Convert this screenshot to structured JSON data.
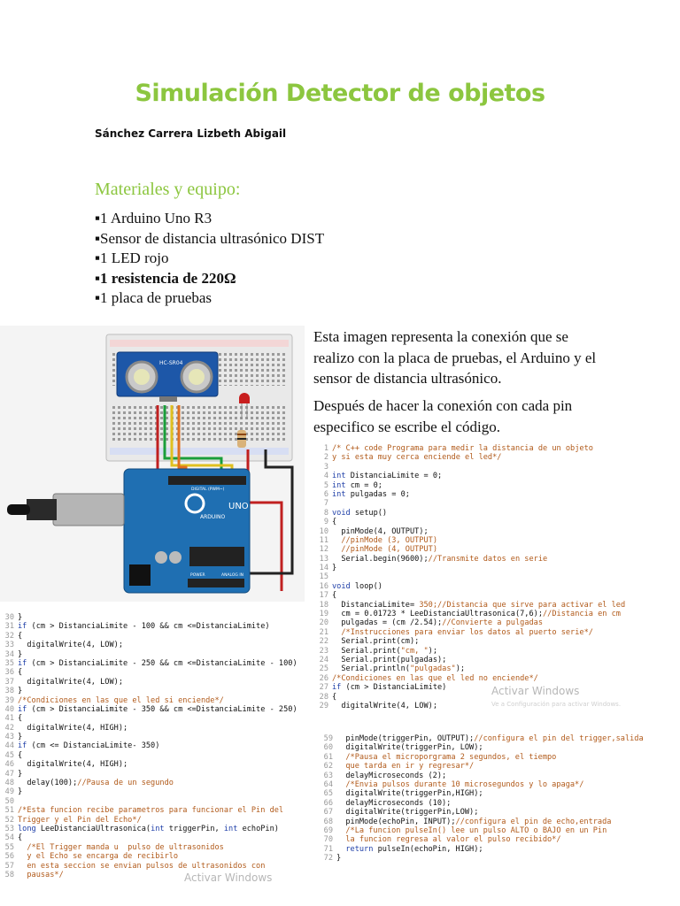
{
  "title": "Simulación Detector de objetos",
  "author": "Sánchez Carrera Lizbeth Abigail",
  "materials": {
    "heading": "Materiales y equipo:",
    "items": [
      {
        "text": "▪1 Arduino Uno R3",
        "bold": false
      },
      {
        "text": "▪Sensor de distancia ultrasónico DIST",
        "bold": false
      },
      {
        "text": "▪1 LED rojo",
        "bold": false
      },
      {
        "text": "▪1 resistencia de 220Ω",
        "bold": true
      },
      {
        "text": "▪1 placa de pruebas",
        "bold": false
      }
    ]
  },
  "circuit": {
    "sensor_label": "HC-SR04",
    "board_label": "ARDUINO",
    "board_model": "UNO",
    "digital_label": "DIGITAL (PWM~)",
    "power_label": "POWER",
    "analog_label": "ANALOG IN"
  },
  "description": {
    "p1": "Esta imagen representa la conexión que se realizo con la placa de pruebas, el Arduino y el sensor de distancia ultrasónico.",
    "p2": "Después de hacer la conexión con cada pin especifico se escribe el código."
  },
  "code_top_right": [
    {
      "n": "1",
      "parts": [
        [
          "c",
          "/* C++ code Programa para medir la distancia de un objeto"
        ]
      ]
    },
    {
      "n": "2",
      "parts": [
        [
          "c",
          "y si esta muy cerca enciende el led*/"
        ]
      ]
    },
    {
      "n": "3",
      "parts": []
    },
    {
      "n": "4",
      "parts": [
        [
          "k",
          "int"
        ],
        [
          "n",
          " DistanciaLimite = 0;"
        ]
      ]
    },
    {
      "n": "5",
      "parts": [
        [
          "k",
          "int"
        ],
        [
          "n",
          " cm = 0;"
        ]
      ]
    },
    {
      "n": "6",
      "parts": [
        [
          "k",
          "int"
        ],
        [
          "n",
          " pulgadas = 0;"
        ]
      ]
    },
    {
      "n": "7",
      "parts": []
    },
    {
      "n": "8",
      "parts": [
        [
          "k",
          "void"
        ],
        [
          "n",
          " setup()"
        ]
      ]
    },
    {
      "n": "9",
      "parts": [
        [
          "n",
          "{"
        ]
      ]
    },
    {
      "n": "10",
      "parts": [
        [
          "n",
          "  pinMode(4, OUTPUT);"
        ]
      ]
    },
    {
      "n": "11",
      "parts": [
        [
          "c",
          "  //pinMode (3, OUTPUT)"
        ]
      ]
    },
    {
      "n": "12",
      "parts": [
        [
          "c",
          "  //pinMode (4, OUTPUT)"
        ]
      ]
    },
    {
      "n": "13",
      "parts": [
        [
          "n",
          "  Serial.begin(9600);"
        ],
        [
          "c",
          "//Transmite datos en serie"
        ]
      ]
    },
    {
      "n": "14",
      "parts": [
        [
          "n",
          "}"
        ]
      ]
    },
    {
      "n": "15",
      "parts": []
    },
    {
      "n": "16",
      "parts": [
        [
          "k",
          "void"
        ],
        [
          "n",
          " loop()"
        ]
      ]
    },
    {
      "n": "17",
      "parts": [
        [
          "n",
          "{"
        ]
      ]
    },
    {
      "n": "18",
      "parts": [
        [
          "n",
          "  DistanciaLimite= "
        ],
        [
          "c",
          "350;//Distancia que sirve para activar el led"
        ]
      ]
    },
    {
      "n": "19",
      "parts": [
        [
          "n",
          "  cm = 0.01723 * LeeDistanciaUltrasonica(7,6);"
        ],
        [
          "c",
          "//Distancia en cm"
        ]
      ]
    },
    {
      "n": "20",
      "parts": [
        [
          "n",
          "  pulgadas = (cm /2.54);"
        ],
        [
          "c",
          "//Convierte a pulgadas"
        ]
      ]
    },
    {
      "n": "21",
      "parts": [
        [
          "c",
          "  /*Instrucciones para enviar los datos al puerto serie*/"
        ]
      ]
    },
    {
      "n": "22",
      "parts": [
        [
          "n",
          "  Serial.print(cm);"
        ]
      ]
    },
    {
      "n": "23",
      "parts": [
        [
          "n",
          "  Serial.print("
        ],
        [
          "c",
          "\"cm, \""
        ],
        [
          "n",
          ");"
        ]
      ]
    },
    {
      "n": "24",
      "parts": [
        [
          "n",
          "  Serial.print(pulgadas);"
        ]
      ]
    },
    {
      "n": "25",
      "parts": [
        [
          "n",
          "  Serial.println("
        ],
        [
          "c",
          "\"pulgadas\""
        ],
        [
          "n",
          ");"
        ]
      ]
    },
    {
      "n": "26",
      "parts": [
        [
          "c",
          "/*Condiciones en las que el led no enciende*/"
        ]
      ]
    },
    {
      "n": "27",
      "parts": [
        [
          "k",
          "if"
        ],
        [
          "n",
          " (cm > DistanciaLimite)"
        ]
      ]
    },
    {
      "n": "28",
      "parts": [
        [
          "n",
          "{"
        ]
      ]
    },
    {
      "n": "29",
      "parts": [
        [
          "n",
          "  digitalWrite(4, LOW);"
        ]
      ]
    }
  ],
  "code_left": [
    {
      "n": "30",
      "parts": [
        [
          "n",
          "}"
        ]
      ]
    },
    {
      "n": "31",
      "parts": [
        [
          "k",
          "if"
        ],
        [
          "n",
          " (cm > DistanciaLimite - 100 && cm <=DistanciaLimite)"
        ]
      ]
    },
    {
      "n": "32",
      "parts": [
        [
          "n",
          "{"
        ]
      ]
    },
    {
      "n": "33",
      "parts": [
        [
          "n",
          "  digitalWrite(4, LOW);"
        ]
      ]
    },
    {
      "n": "34",
      "parts": [
        [
          "n",
          "}"
        ]
      ]
    },
    {
      "n": "35",
      "parts": [
        [
          "k",
          "if"
        ],
        [
          "n",
          " (cm > DistanciaLimite - 250 && cm <=DistanciaLimite - 100)"
        ]
      ]
    },
    {
      "n": "36",
      "parts": [
        [
          "n",
          "{"
        ]
      ]
    },
    {
      "n": "37",
      "parts": [
        [
          "n",
          "  digitalWrite(4, LOW);"
        ]
      ]
    },
    {
      "n": "38",
      "parts": [
        [
          "n",
          "}"
        ]
      ]
    },
    {
      "n": "39",
      "parts": [
        [
          "c",
          "/*Condiciones en las que el led si enciende*/"
        ]
      ]
    },
    {
      "n": "40",
      "parts": [
        [
          "k",
          "if"
        ],
        [
          "n",
          " (cm > DistanciaLimite - 350 && cm <=DistanciaLimite - 250)"
        ]
      ]
    },
    {
      "n": "41",
      "parts": [
        [
          "n",
          "{"
        ]
      ]
    },
    {
      "n": "42",
      "parts": [
        [
          "n",
          "  digitalWrite(4, HIGH);"
        ]
      ]
    },
    {
      "n": "43",
      "parts": [
        [
          "n",
          "}"
        ]
      ]
    },
    {
      "n": "44",
      "parts": [
        [
          "k",
          "if"
        ],
        [
          "n",
          " (cm <= DistanciaLimite- 350)"
        ]
      ]
    },
    {
      "n": "45",
      "parts": [
        [
          "n",
          "{"
        ]
      ]
    },
    {
      "n": "46",
      "parts": [
        [
          "n",
          "  digitalWrite(4, HIGH);"
        ]
      ]
    },
    {
      "n": "47",
      "parts": [
        [
          "n",
          "}"
        ]
      ]
    },
    {
      "n": "48",
      "parts": [
        [
          "n",
          "  delay(100);"
        ],
        [
          "c",
          "//Pausa de un segundo"
        ]
      ]
    },
    {
      "n": "49",
      "parts": [
        [
          "n",
          "}"
        ]
      ]
    },
    {
      "n": "50",
      "parts": []
    },
    {
      "n": "51",
      "parts": [
        [
          "c",
          "/*Esta funcion recibe parametros para funcionar el Pin del"
        ]
      ]
    },
    {
      "n": "52",
      "parts": [
        [
          "c",
          "Trigger y el Pin del Echo*/"
        ]
      ]
    },
    {
      "n": "53",
      "parts": [
        [
          "k",
          "long"
        ],
        [
          "n",
          " LeeDistanciaUltrasonica("
        ],
        [
          "k",
          "int"
        ],
        [
          "n",
          " triggerPin, "
        ],
        [
          "k",
          "int"
        ],
        [
          "n",
          " echoPin)"
        ]
      ]
    },
    {
      "n": "54",
      "parts": [
        [
          "n",
          "{"
        ]
      ]
    },
    {
      "n": "55",
      "parts": [
        [
          "c",
          "  /*El Trigger manda u  pulso de ultrasonidos"
        ]
      ]
    },
    {
      "n": "56",
      "parts": [
        [
          "c",
          "  y el Echo se encarga de recibirlo"
        ]
      ]
    },
    {
      "n": "57",
      "parts": [
        [
          "c",
          "  en esta seccion se envian pulsos de ultrasonidos con"
        ]
      ]
    },
    {
      "n": "58",
      "parts": [
        [
          "c",
          "  pausas*/"
        ]
      ]
    }
  ],
  "code_bottom_right": [
    {
      "n": "59",
      "parts": [
        [
          "n",
          "  pinMode(triggerPin, OUTPUT);"
        ],
        [
          "c",
          "//configura el pin del trigger,salida"
        ]
      ]
    },
    {
      "n": "60",
      "parts": [
        [
          "n",
          "  digitalWrite(triggerPin, LOW);"
        ]
      ]
    },
    {
      "n": "61",
      "parts": [
        [
          "c",
          "  /*Pausa el microporgrama 2 segundos, el tiempo"
        ]
      ]
    },
    {
      "n": "62",
      "parts": [
        [
          "c",
          "  que tarda en ir y regresar*/"
        ]
      ]
    },
    {
      "n": "63",
      "parts": [
        [
          "n",
          "  delayMicroseconds (2);"
        ]
      ]
    },
    {
      "n": "64",
      "parts": [
        [
          "c",
          "  /*Envia pulsos durante 10 microsegundos y lo apaga*/"
        ]
      ]
    },
    {
      "n": "65",
      "parts": [
        [
          "n",
          "  digitalWrite(triggerPin,HIGH);"
        ]
      ]
    },
    {
      "n": "66",
      "parts": [
        [
          "n",
          "  delayMicroseconds (10);"
        ]
      ]
    },
    {
      "n": "67",
      "parts": [
        [
          "n",
          "  digitalWrite(triggerPin,LOW);"
        ]
      ]
    },
    {
      "n": "68",
      "parts": [
        [
          "n",
          "  pinMode(echoPin, INPUT);"
        ],
        [
          "c",
          "//configura el pin de echo,entrada"
        ]
      ]
    },
    {
      "n": "69",
      "parts": [
        [
          "c",
          "  /*La funcion pulseIn() lee un pulso ALTO o BAJO en un Pin"
        ]
      ]
    },
    {
      "n": "70",
      "parts": [
        [
          "c",
          "  la funcion regresa al valor el pulso recibido*/"
        ]
      ]
    },
    {
      "n": "71",
      "parts": [
        [
          "k",
          "  return"
        ],
        [
          "n",
          " pulseIn(echoPin, HIGH);"
        ]
      ]
    },
    {
      "n": "72",
      "parts": [
        [
          "n",
          "}"
        ]
      ]
    }
  ],
  "watermarks": {
    "activate_1": "Activar Windows",
    "activate_1_sub": "Ve a Configuración para activar Windows.",
    "activate_2": "Activar Windows"
  },
  "colors": {
    "accent_green": "#8cc63f",
    "arduino_blue": "#1f6fb2",
    "code_keyword": "#1f3fa8",
    "code_comment": "#b15a1a"
  }
}
